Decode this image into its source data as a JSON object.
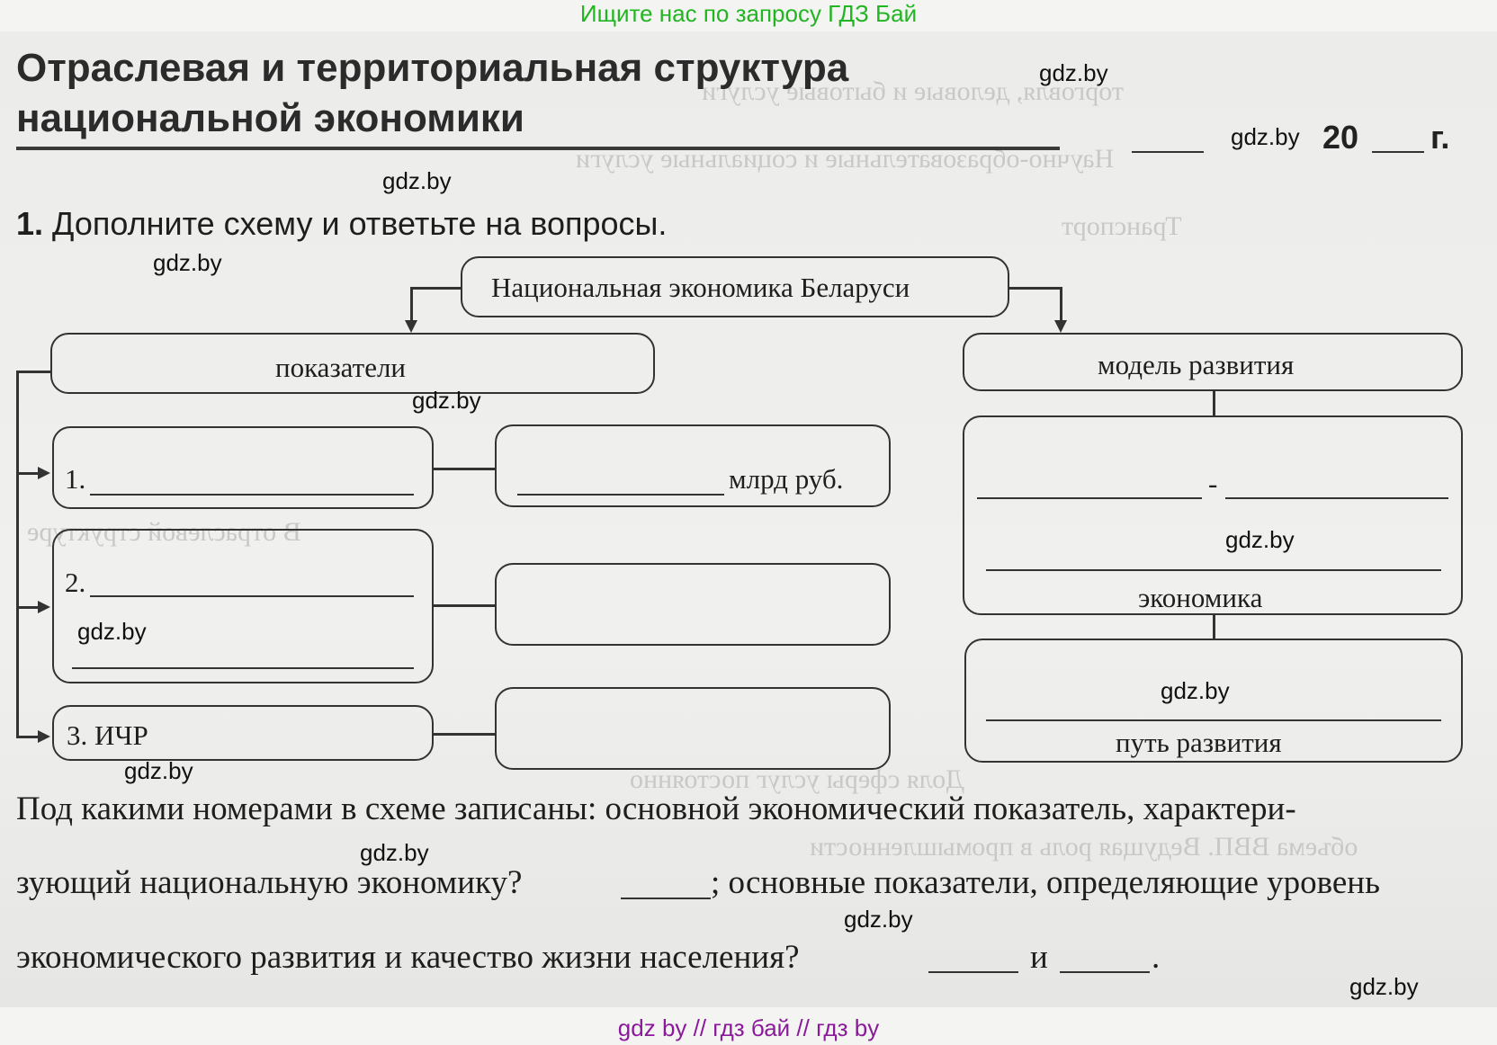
{
  "banner": "Ищите нас по запросу ГДЗ Бай",
  "title": {
    "line1": "Отраслевая и территориальная структура",
    "line2": "национальной экономики"
  },
  "year": {
    "prefix": "20",
    "suffix": "г."
  },
  "task": {
    "number": "1.",
    "text": "Дополните схему и ответьте на вопросы."
  },
  "scheme": {
    "root": "Национальная экономика Беларуси",
    "left_header": "показатели",
    "right_header": "модель развития",
    "items": [
      {
        "label": "1.",
        "value_unit": "млрд руб."
      },
      {
        "label": "2.",
        "value_unit": ""
      },
      {
        "label": "3. ИЧР",
        "value_unit": ""
      }
    ],
    "model_dash": "-",
    "model_box2_label": "экономика",
    "model_box3_label": "путь развития"
  },
  "questions": {
    "line1": "Под какими номерами в схеме записаны: основной экономический показатель, характери-",
    "line2_a": "зующий национальную экономику?",
    "line2_b": "; основные показатели, определяющие уровень",
    "line3_a": "экономического развития и качество жизни населения?",
    "line3_and": "и",
    "line3_end": "."
  },
  "watermarks": [
    "gdz.by",
    "gdz.by",
    "gdz.by",
    "gdz.by",
    "gdz.by",
    "gdz.by",
    "gdz.by",
    "gdz.by",
    "gdz.by",
    "gdz.by",
    "gdz.by",
    "gdz.by"
  ],
  "footer": "gdz by  //  гдз бай  //  гдз by"
}
